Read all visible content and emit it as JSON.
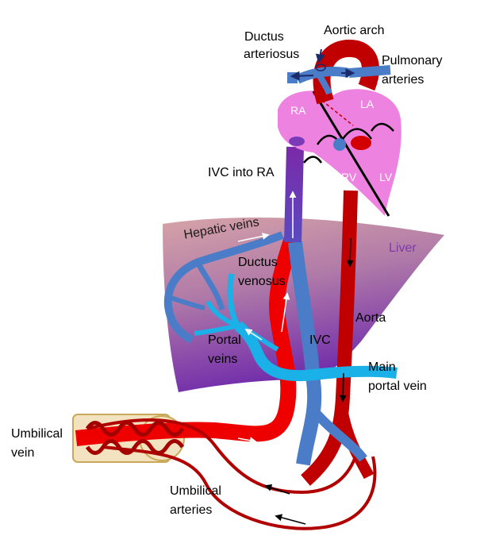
{
  "labels": {
    "ductus_arteriosus_1": "Ductus",
    "ductus_arteriosus_2": "arteriosus",
    "aortic_arch": "Aortic arch",
    "pulmonary_1": "Pulmonary",
    "pulmonary_2": "arteries",
    "ra": "RA",
    "la": "LA",
    "rv": "RV",
    "lv": "LV",
    "ivc_into_ra": "IVC into RA",
    "hepatic_veins": "Hepatic veins",
    "liver": "Liver",
    "ductus_venosus_1": "Ductus",
    "ductus_venosus_2": "venosus",
    "aorta": "Aorta",
    "portal_1": "Portal",
    "portal_2": "veins",
    "ivc": "IVC",
    "main_portal_1": "Main",
    "main_portal_2": "portal vein",
    "umbilical_vein_1": "Umbilical",
    "umbilical_vein_2": "vein",
    "umbilical_arteries_1": "Umbilical",
    "umbilical_arteries_2": "arteries"
  },
  "colors": {
    "oxygenated": "#d40000",
    "artery_dark": "#b30000",
    "deoxygenated": "#4a7cc7",
    "portal": "#1ab0e8",
    "heart": "#ee82e0",
    "liver_top": "#c98aa0",
    "liver_bottom": "#7a2ea8",
    "ivc_purple": "#6a2ab0",
    "cord": "#f5e6c2"
  }
}
